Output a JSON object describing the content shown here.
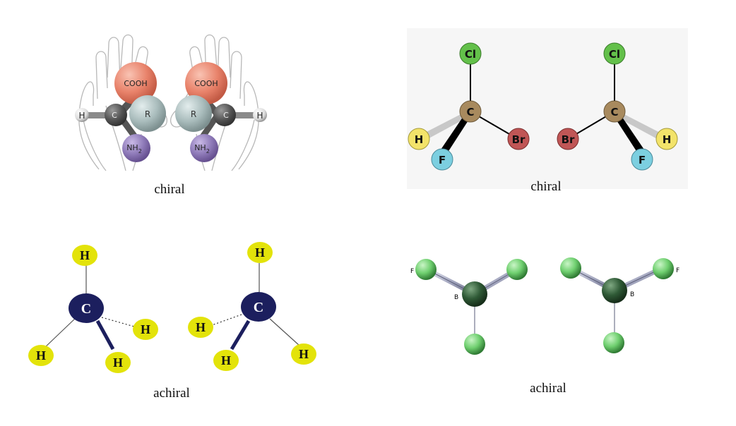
{
  "panels": {
    "hands": {
      "caption": "chiral",
      "left": {
        "acid": "COOH",
        "carbon": "C",
        "r": "R",
        "amine_base": "NH",
        "amine_sub": "2",
        "h": "H"
      },
      "right": {
        "acid": "COOH",
        "carbon": "C",
        "r": "R",
        "amine_base": "NH",
        "amine_sub": "2",
        "h": "H"
      }
    },
    "halomethane": {
      "caption": "chiral",
      "left": {
        "top": "Cl",
        "center": "C",
        "h": "H",
        "f": "F",
        "br": "Br"
      },
      "right": {
        "top": "Cl",
        "center": "C",
        "h": "H",
        "f": "F",
        "br": "Br"
      }
    },
    "methane": {
      "caption": "achiral",
      "left": {
        "top": "H",
        "center": "C",
        "right": "H",
        "lower_left": "H",
        "lower_right": "H"
      },
      "right": {
        "top": "H",
        "center": "C",
        "left": "H",
        "lower_left": "H",
        "lower_right": "H"
      }
    },
    "bf3": {
      "caption": "achiral",
      "left": {
        "f_label": "F",
        "b_label": "B"
      },
      "right": {
        "f_label": "F",
        "b_label": "B"
      }
    }
  },
  "colors": {
    "cooh": "#e8826a",
    "carbon_dark": "#555555",
    "r_group": "#a9bcbc",
    "nh2": "#8e7ab8",
    "cl": "#63c04a",
    "c_center": "#a88a5e",
    "h_yellow": "#f3e36a",
    "f_cyan": "#7ccfe0",
    "br": "#c05656",
    "methane_c": "#1c1f5e",
    "methane_h": "#e3e30a",
    "bf3_b": "#2f5a36",
    "bf3_f": "#6fcf6f",
    "bond_grey": "#a5a8c0"
  }
}
